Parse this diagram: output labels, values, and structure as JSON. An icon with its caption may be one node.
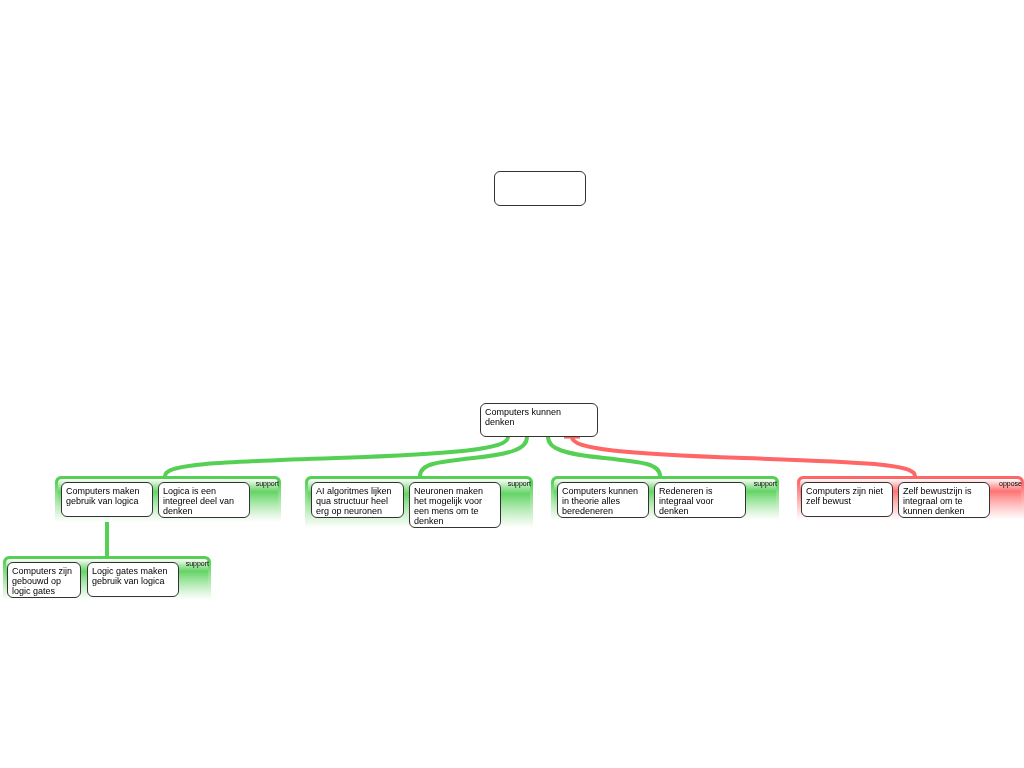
{
  "diagram": {
    "nodes": [
      {
        "text": [],
        "shape": "box"
      },
      {
        "text": [
          "Computers kunnen denken"
        ]
      },
      {
        "text": [
          "support"
        ]
      },
      {
        "text": [
          "Computers maken gebruik van logica"
        ],
        "in": 2
      },
      {
        "text": [
          "Logica is een integreel deel van denken"
        ],
        "in": 2
      },
      {
        "text": [
          "support"
        ]
      },
      {
        "text": [
          "AI algoritmes lijken qua structuur heel erg op neuronen"
        ],
        "in": 5
      },
      {
        "text": [
          "Neuronen maken het mogelijk voor een mens om te denken"
        ],
        "in": 5
      },
      {
        "text": [
          "support"
        ]
      },
      {
        "text": [
          "Computers kunnen in theorie alles beredeneren"
        ],
        "in": 8
      },
      {
        "text": [
          "Redeneren is integraal voor denken"
        ],
        "in": 8
      },
      {
        "text": [
          "oppose"
        ]
      },
      {
        "text": [
          "Computers zijn niet zelf bewust"
        ],
        "in": 11
      },
      {
        "text": [
          "Zelf bewustzijn is integraal om te kunnen denken"
        ],
        "in": 11
      },
      {
        "text": [
          "support"
        ]
      },
      {
        "text": [
          "Computers zijn gebouwd op logic gates"
        ],
        "in": 14
      },
      {
        "text": [
          "Logic gates maken gebruik van logica"
        ],
        "in": 14
      }
    ],
    "edges": [
      {
        "from": 2,
        "to": 1,
        "arrow": "none"
      },
      {
        "from": 5,
        "to": 1,
        "arrow": "none"
      },
      {
        "from": 8,
        "to": 1,
        "arrow": "none"
      },
      {
        "from": 11,
        "to": 1,
        "arrow": "other",
        "color": "#ff6666"
      },
      {
        "from": 14,
        "to": 3,
        "arrow": "none"
      }
    ]
  }
}
